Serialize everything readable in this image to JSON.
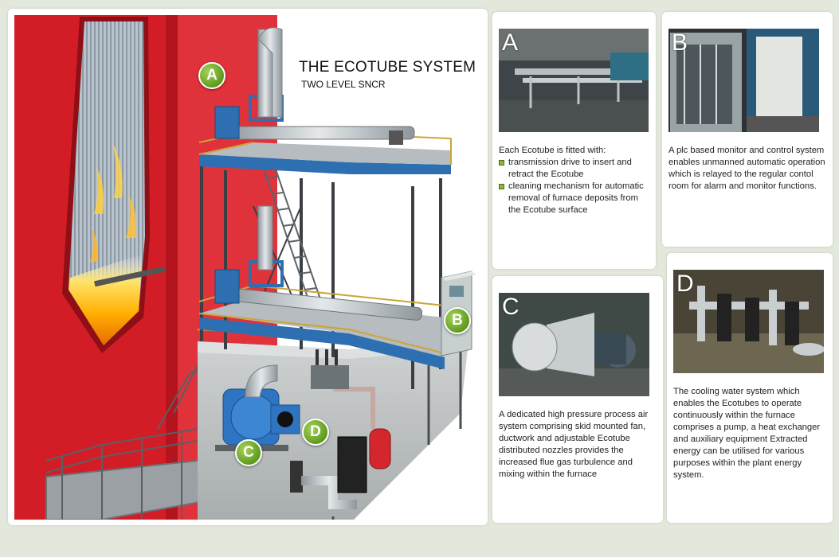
{
  "main": {
    "title": "THE ECOTUBE SYSTEM",
    "subtitle": "TWO LEVEL SNCR",
    "markers": [
      "A",
      "B",
      "C",
      "D"
    ]
  },
  "panels": {
    "a": {
      "letter": "A",
      "intro": "Each Ecotube is fitted with:",
      "bullets": [
        "transmission drive to insert and retract the Ecotube",
        "cleaning mechanism for automatic removal of furnace deposits from the Ecotube surface"
      ]
    },
    "b": {
      "letter": "B",
      "text": "A plc based monitor and control system enables unmanned automatic operation which is relayed to the regular contol room for alarm and monitor functions."
    },
    "c": {
      "letter": "C",
      "text": "A dedicated high pressure process air system comprising skid mounted fan, ductwork and adjustable Ecotube distributed nozzles provides the increased flue gas turbulence and mixing within the furnace"
    },
    "d": {
      "letter": "D",
      "text": "The cooling water system which enables the Ecotubes to operate continuously within the furnace comprises a pump, a heat exchanger and auxiliary equipment Extracted energy can be utilised for various purposes within the plant energy system."
    }
  },
  "colors": {
    "background": "#e3e8dc",
    "furnace_red": "#d8202a",
    "platform_blue": "#2d6fb0",
    "badge_green": "#6aa82a",
    "bullet_green": "#8eb53a"
  }
}
